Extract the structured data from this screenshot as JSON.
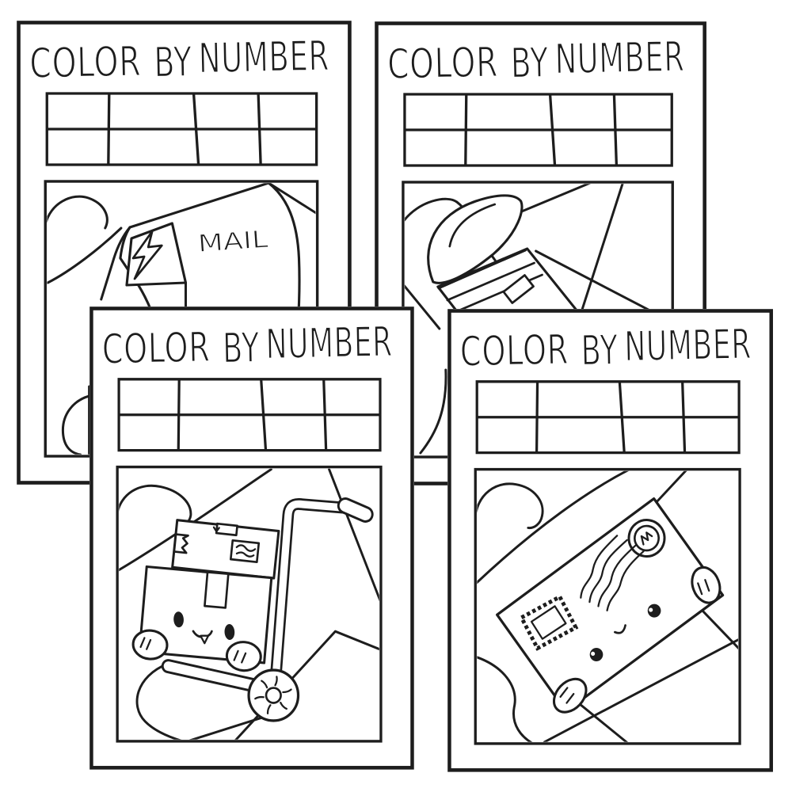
{
  "canvas": {
    "background": "#ffffff",
    "paper": "#ffffff",
    "ink": "#1d1d1d",
    "accent_red": "#c81414"
  },
  "pages": [
    {
      "position": "top-left",
      "subject": "mail-truck",
      "title": {
        "word1": "COLOR",
        "word2": "BY",
        "word3": "NUMBER"
      },
      "grid": {
        "rows": "2",
        "columns": "4"
      },
      "labels": {
        "truck_sign": "MAIL"
      }
    },
    {
      "position": "top-right",
      "subject": "mailbox",
      "title": {
        "word1": "COLOR",
        "word2": "BY",
        "word3": "NUMBER"
      },
      "grid": {
        "rows": "2",
        "columns": "4"
      }
    },
    {
      "position": "bottom-left",
      "subject": "package-on-hand-truck",
      "title": {
        "word1": "COLOR",
        "word2": "BY",
        "word3": "NUMBER"
      },
      "grid": {
        "rows": "2",
        "columns": "4"
      }
    },
    {
      "position": "bottom-right",
      "subject": "stamped-envelope",
      "title": {
        "word1": "COLOR",
        "word2": "BY",
        "word3": "NUMBER"
      },
      "grid": {
        "rows": "2",
        "columns": "4"
      }
    }
  ]
}
